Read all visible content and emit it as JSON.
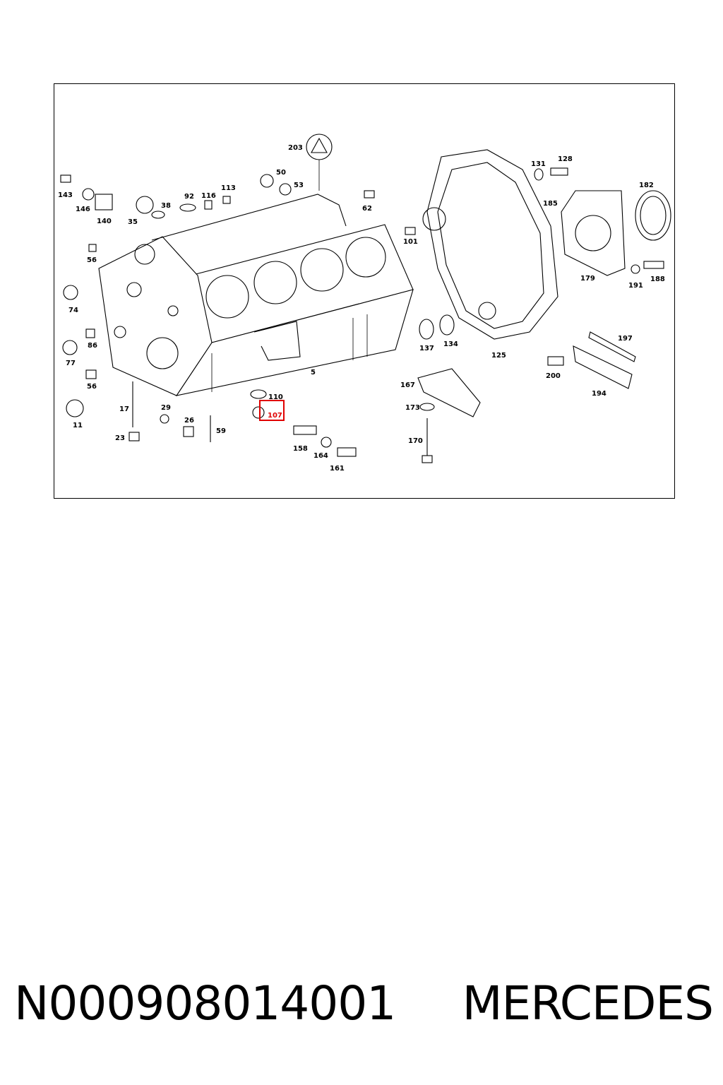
{
  "caption": {
    "part_number": "N000908014001",
    "brand": "MERCEDES"
  },
  "diagram": {
    "highlight_color": "#e00000",
    "highlighted_callout": "107",
    "callouts": [
      "203",
      "50",
      "53",
      "113",
      "116",
      "92",
      "62",
      "143",
      "146",
      "140",
      "38",
      "35",
      "56",
      "101",
      "74",
      "86",
      "77",
      "56",
      "11",
      "17",
      "29",
      "26",
      "59",
      "23",
      "110",
      "107",
      "158",
      "164",
      "161",
      "5",
      "137",
      "134",
      "125",
      "131",
      "128",
      "185",
      "182",
      "179",
      "191",
      "188",
      "197",
      "200",
      "194",
      "167",
      "173",
      "170"
    ]
  }
}
